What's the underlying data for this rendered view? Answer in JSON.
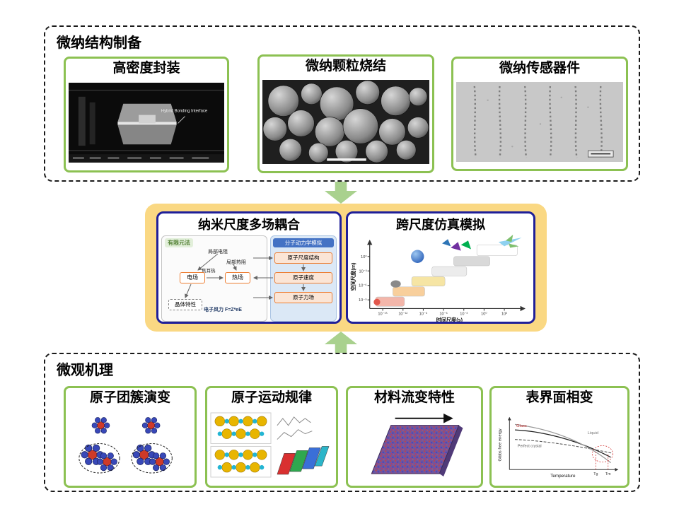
{
  "colors": {
    "card_border_green": "#8CC152",
    "panel_orange": "#FAD883",
    "card_border_navy": "#1F1F99",
    "arrow_green": "#A9D18E"
  },
  "top": {
    "title": "微纳结构制备",
    "cards": [
      {
        "title": "高密度封装",
        "caption": "Hybrid Bonding Interface"
      },
      {
        "title": "微纳颗粒烧结"
      },
      {
        "title": "微纳传感器件"
      }
    ]
  },
  "middle": {
    "coupling": {
      "title": "纳米尺度多场耦合",
      "fem_label": "有限元法",
      "md_label": "分子动力学模拟",
      "local_resistance": "局部电阻",
      "local_thermal": "局部热阻",
      "efield": "电场",
      "tfield": "热场",
      "joule": "焦耳热",
      "crystal": "晶体特性",
      "electron_wind": "电子风力 F=Z*eE",
      "atomic_structure": "原子尺度结构",
      "atomic_velocity": "原子速度",
      "atomic_force": "原子力场"
    },
    "simulation": {
      "title": "跨尺度仿真模拟",
      "ylabel": "空间尺度(m)",
      "xlabel": "时间尺度(s)",
      "x_ticks": [
        "10⁻¹⁵",
        "10⁻¹²",
        "10⁻⁹",
        "10⁻⁶",
        "10⁻³",
        "10⁰",
        "10³"
      ],
      "y_ticks": [
        "10⁻⁹",
        "10⁻⁶",
        "10⁻³",
        "10⁰"
      ]
    }
  },
  "bottom": {
    "title": "微观机理",
    "cards": [
      {
        "title": "原子团簇演变"
      },
      {
        "title": "原子运动规律"
      },
      {
        "title": "材料流变特性"
      },
      {
        "title": "表界面相变"
      }
    ],
    "phase_chart": {
      "ylabel": "Gibbs free energy",
      "xlabel": "Temperature",
      "glass": "Glass",
      "crystal": "Perfect crystal",
      "liquid": "Liquid",
      "tg": "Tg",
      "tm": "Tm"
    }
  }
}
